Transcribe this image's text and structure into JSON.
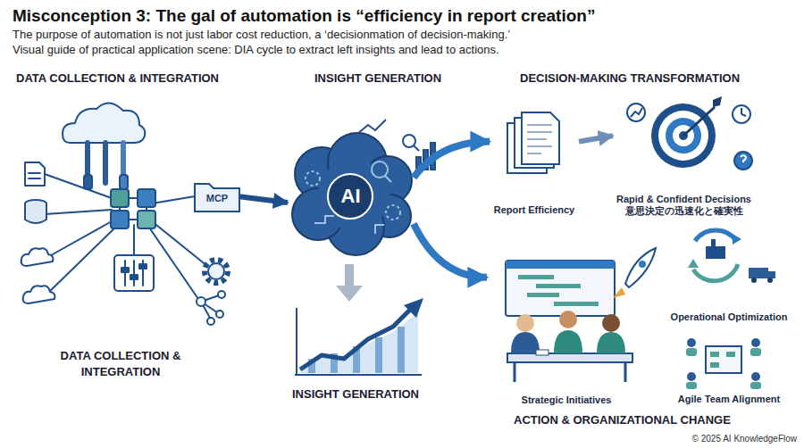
{
  "diagram": {
    "title": "Misconception 3: The gal of automation is “efficiency in report creation”",
    "nodes": [
      {
        "text": [
          "MCP"
        ]
      },
      {
        "text": [
          "AI"
        ]
      },
      {
        "text": [
          "Report Efficiency"
        ]
      },
      {
        "text": [
          "Rapid & Confident Decisions",
          "意思決定の迅速化と確実性"
        ]
      },
      {
        "text": [
          "Strategic Initiatives"
        ]
      },
      {
        "text": [
          "Operational Optimization"
        ]
      },
      {
        "text": [
          "Agile Team Alignment"
        ]
      }
    ],
    "edges": [
      {
        "from": 0,
        "to": 1,
        "arrow": "to"
      },
      {
        "from": 1,
        "to": 2,
        "arrow": "to"
      },
      {
        "from": 1,
        "to": 4,
        "arrow": "to"
      },
      {
        "from": 2,
        "to": 3,
        "arrow": "to"
      }
    ],
    "labels": [
      "The purpose of automation is not just labor cost reduction, a ‘decisionmation of decision-making.’",
      "Visual guide of practical application scene: DIA cycle to extract left insights and lead to actions.",
      "DATA COLLECTION & INTEGRATION",
      "INSIGHT GENERATION",
      "DECISION-MAKING TRANSFORMATION",
      "DATA COLLECTION & INTEGRATION",
      "INSIGHT GENERATION",
      "ACTION & ORGANIZATIONAL CHANGE",
      "© 2025 AI KnowledgeFlow"
    ]
  }
}
